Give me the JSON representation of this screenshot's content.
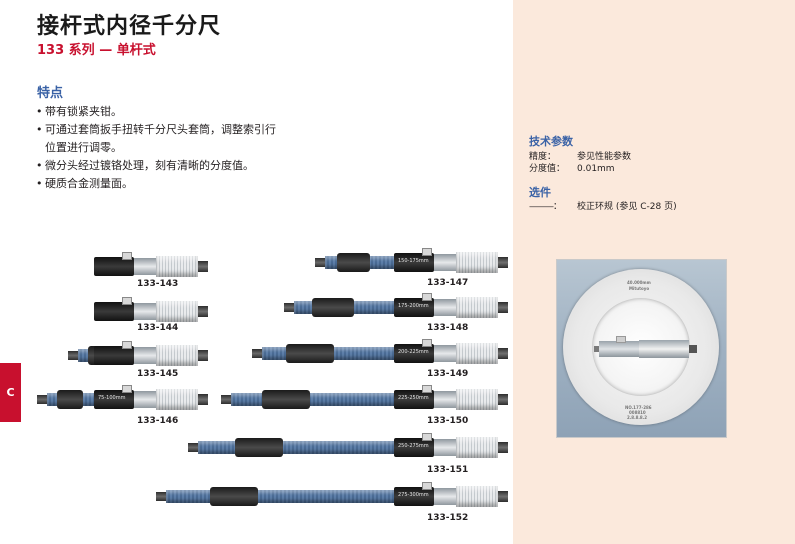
{
  "header": {
    "title": "接杆式内径千分尺",
    "subtitle": "133 系列 — 单杆式"
  },
  "features": {
    "heading": "特点",
    "items": [
      "带有锁紧夹钳。",
      "可通过套筒扳手扭转千分尺头套筒，调整索引行位置进行调零。",
      "微分头经过镀铬处理，刻有清晰的分度值。",
      "硬质合金测量面。"
    ]
  },
  "side_tab": {
    "label": "C"
  },
  "specs": {
    "heading": "技术参数",
    "rows": [
      {
        "label": "精度：",
        "value": "参见性能参数"
      },
      {
        "label": "分度值：",
        "value": "0.01mm"
      }
    ]
  },
  "options": {
    "heading": "选件",
    "rows": [
      {
        "label": "———：",
        "value": "校正环规 (参见 C-28 页)"
      }
    ]
  },
  "ring_gauge_photo": {
    "top_text": "40.000mm",
    "brand": "Mitutoyo",
    "bottom_text": "NO.177-286",
    "serial_1": "008810",
    "serial_2": "2.8.8.8.2"
  },
  "tools": [
    {
      "model": "133-143",
      "range": ""
    },
    {
      "model": "133-144",
      "range": ""
    },
    {
      "model": "133-145",
      "range": ""
    },
    {
      "model": "133-146",
      "range": "75-100mm"
    },
    {
      "model": "133-147",
      "range": "150-175mm"
    },
    {
      "model": "133-148",
      "range": "175-200mm"
    },
    {
      "model": "133-149",
      "range": "200-225mm"
    },
    {
      "model": "133-150",
      "range": "225-250mm"
    },
    {
      "model": "133-151",
      "range": "250-275mm"
    },
    {
      "model": "133-152",
      "range": "275-300mm"
    }
  ],
  "colors": {
    "accent_red": "#c8102e",
    "heading_blue": "#3a62a6",
    "panel_bg": "#fbe9dc"
  }
}
